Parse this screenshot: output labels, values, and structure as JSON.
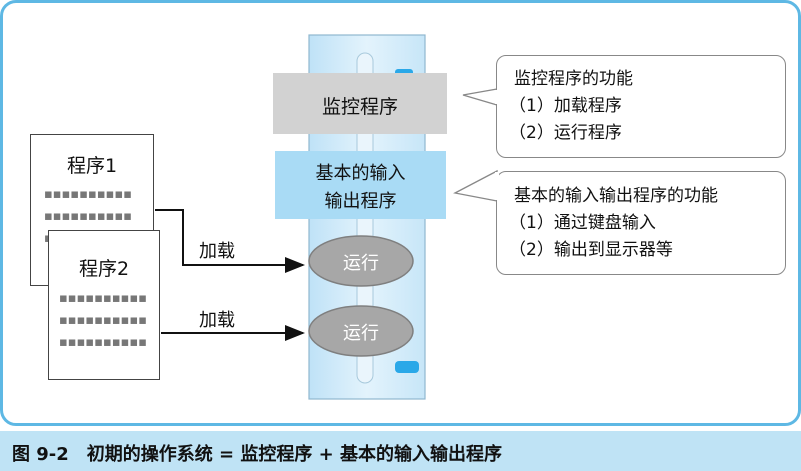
{
  "diagram": {
    "monitor_box": {
      "label": "监控程序"
    },
    "io_box": {
      "line1": "基本的输入",
      "line2": "输出程序"
    },
    "program1": {
      "title": "程序1"
    },
    "program2": {
      "title": "程序2"
    },
    "arrow_top": {
      "label": "加载"
    },
    "arrow_bottom": {
      "label": "加载"
    },
    "run_top": {
      "label": "运行"
    },
    "run_bottom": {
      "label": "运行"
    },
    "callout_monitor": {
      "title": "监控程序的功能",
      "item1": "（1）加载程序",
      "item2": "（2）运行程序"
    },
    "callout_io": {
      "title": "基本的输入输出程序的功能",
      "item1": "（1）通过键盘输入",
      "item2": "（2）输出到显示器等"
    }
  },
  "caption": "图 9-2　初期的操作系统 = 监控程序 + 基本的输入输出程序",
  "colors": {
    "panel_border": "#5eb8e4",
    "caption_bg": "#bfe3f5",
    "gray_box": "#d2d2d2",
    "blue_box": "#a9dbf5",
    "computer_body": "#d6ecf9",
    "oval": "#a7a7a7"
  }
}
